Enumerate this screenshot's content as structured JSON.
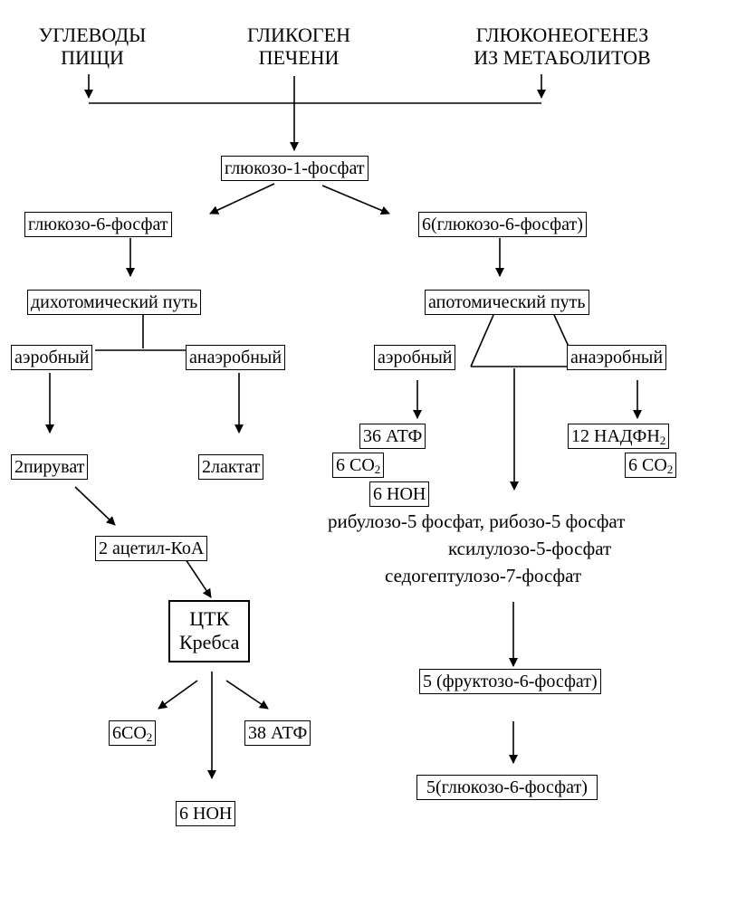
{
  "sources": {
    "carbs": {
      "line1": "УГЛЕВОДЫ",
      "line2": "ПИЩИ"
    },
    "glycogen": {
      "line1": "ГЛИКОГЕН",
      "line2": "ПЕЧЕНИ"
    },
    "gluconeo": {
      "line1": "ГЛЮКОНЕОГЕНЕЗ",
      "line2": "ИЗ МЕТАБОЛИТОВ"
    }
  },
  "nodes": {
    "g1p": "глюкозо-1-фосфат",
    "g6p_left": "глюкозо-6-фосфат",
    "g6p_right": "6(глюкозо-6-фосфат)",
    "dichotomic": "дихотомический путь",
    "apotomic": "апотомический путь",
    "aerobic_left": "аэробный",
    "anaerobic_left": "анаэробный",
    "aerobic_right": "аэробный",
    "anaerobic_right": "анаэробный",
    "pyruvate": "2пируват",
    "lactate": "2лактат",
    "acetyl_coa": "2 ацетил-КоА",
    "ctk_line1": "ЦТК",
    "ctk_line2": "Кребса",
    "co2_left": "6CO",
    "co2_left_sub": "2",
    "atp_38": "38 АТФ",
    "hoh_left": "6 НОН",
    "atp_36": "36 АТФ",
    "co2_mid": "6 CO",
    "co2_mid_sub": "2",
    "hoh_mid": "6 НОН",
    "nadph": "12 НАДФН",
    "nadph_sub": "2",
    "co2_right": "6 CO",
    "co2_right_sub": "2",
    "pentoses_line1": "рибулозо-5 фосфат, рибозо-5 фосфат",
    "pentoses_line2": "ксилулозо-5-фосфат",
    "pentoses_line3": "седогептулозо-7-фосфат",
    "f6p": "5 (фруктозо-6-фосфат)",
    "g6p_final": "5(глюкозо-6-фосфат)"
  }
}
